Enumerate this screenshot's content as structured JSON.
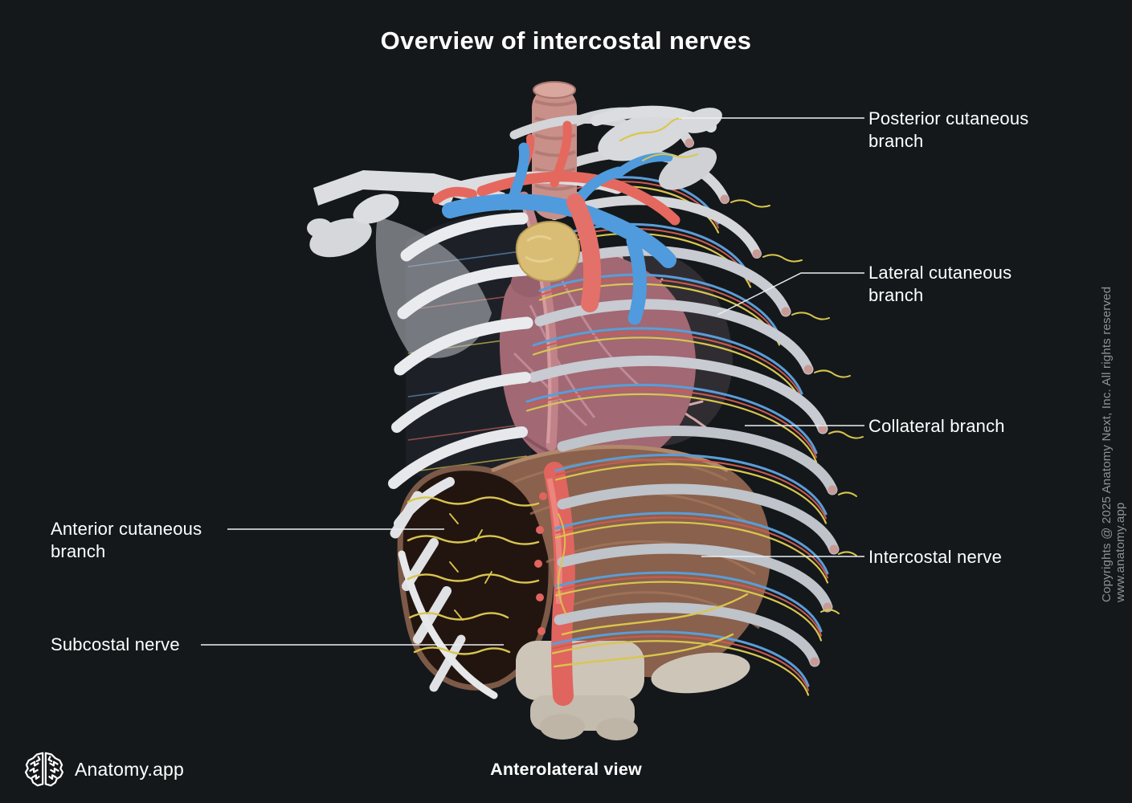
{
  "title": "Overview of intercostal nerves",
  "caption": "Anterolateral view",
  "brand": {
    "name": "Anatomy.app",
    "icon": "brain-icon"
  },
  "copyright": "Copyrights @ 2025 Anatomy Next, Inc. All rights reserved www.anatomy.app",
  "annotations": {
    "posterior_cutaneous": {
      "text": "Posterior cutaneous branch",
      "side": "right"
    },
    "lateral_cutaneous": {
      "text": "Lateral cutaneous branch",
      "side": "right"
    },
    "collateral": {
      "text": "Collateral branch",
      "side": "right"
    },
    "intercostal": {
      "text": "Intercostal nerve",
      "side": "right"
    },
    "anterior_cutaneous": {
      "text": "Anterior cutaneous branch",
      "side": "left"
    },
    "subcostal": {
      "text": "Subcostal nerve",
      "side": "left"
    }
  },
  "illustration": {
    "subject": "Thorax with intercostal nerves, anterolateral view",
    "structures": [
      "rib-cage",
      "costal-cartilages",
      "scapula",
      "clavicle",
      "trachea",
      "great-vessels",
      "thymus",
      "heart",
      "bronchial-tree",
      "diaphragm",
      "descending-aorta",
      "vertebral-column",
      "intercostal-nerve-bundles"
    ]
  },
  "colors": {
    "background": "#14181b",
    "label_text": "#ffffff",
    "leader_line": "#eceff1",
    "copyright_text": "#8e9294",
    "nerve_yellow": "#d9c64e",
    "artery_red": "#e0655e",
    "vein_blue": "#4f9bdd",
    "bone_white": "#d8d9dc",
    "muscle_brown": "#8a614c",
    "heart_mauve": "#a26873"
  }
}
